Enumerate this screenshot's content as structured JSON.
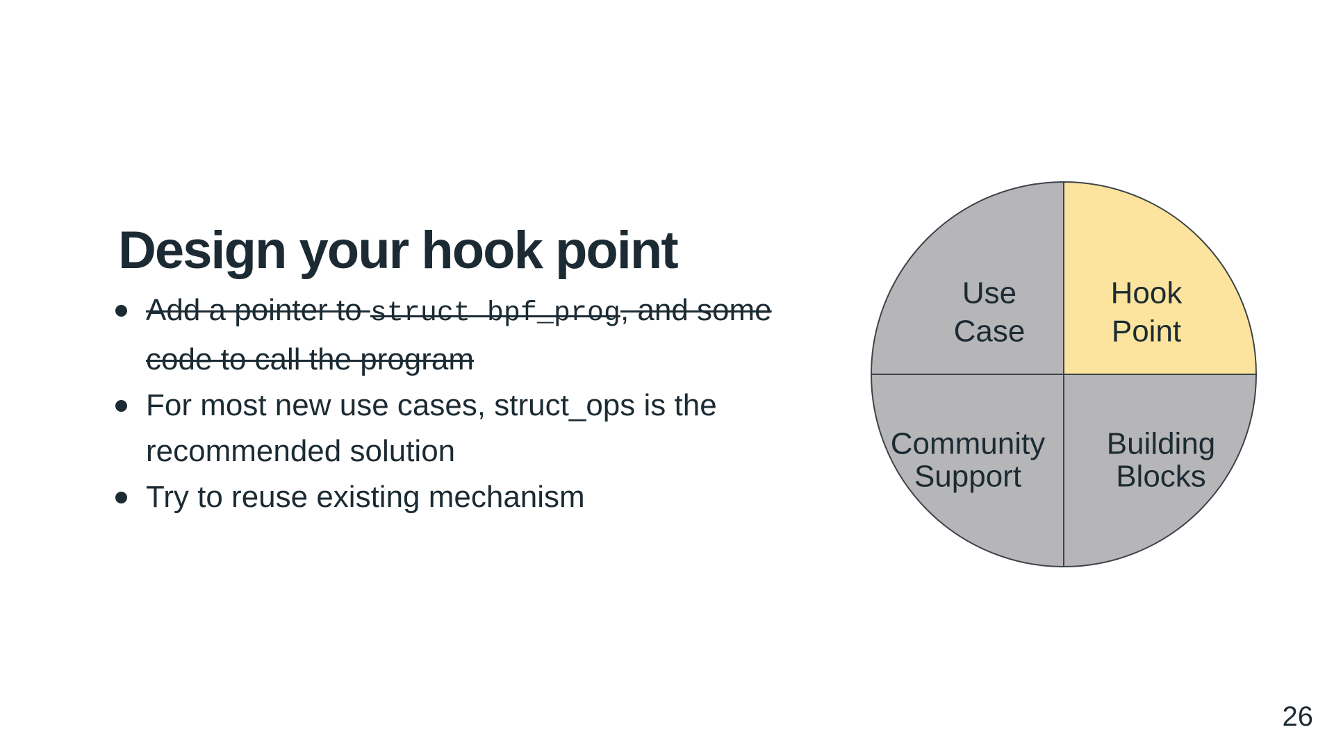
{
  "slide": {
    "title": "Design your hook point",
    "page_number": "26",
    "bullets": [
      {
        "struck_through": true,
        "parts": [
          {
            "text": "Add a pointer to ",
            "format": "strikethrough"
          },
          {
            "text": "struct bpf_prog",
            "format": "strikethrough-code"
          },
          {
            "text": ", and some code to call the program",
            "format": "strikethrough"
          }
        ]
      },
      {
        "text": "For most new use cases, struct_ops is the recommended solution"
      },
      {
        "text": "Try to reuse existing mechanism"
      }
    ]
  },
  "chart_data": {
    "type": "pie",
    "title": "",
    "description": "Quadrant circle diagram with four equal quarters; the Hook Point quadrant is highlighted yellow, the other three are gray",
    "unit": "%",
    "legend_position": "none",
    "outline_color": "#3c434a",
    "slices": [
      {
        "label": "Use Case",
        "label_lines": [
          "Use",
          "Case"
        ],
        "value": 25,
        "position": "top-left",
        "color": "#b6b5b7",
        "highlighted": false
      },
      {
        "label": "Hook Point",
        "label_lines": [
          "Hook",
          "Point"
        ],
        "value": 25,
        "position": "top-right",
        "color": "#fce49e",
        "highlighted": true
      },
      {
        "label": "Building Blocks",
        "label_lines": [
          "Building",
          "Blocks"
        ],
        "value": 25,
        "position": "bottom-right",
        "color": "#b6b5b7",
        "highlighted": false
      },
      {
        "label": "Community Support",
        "label_lines": [
          "Community",
          "Support"
        ],
        "value": 25,
        "position": "bottom-left",
        "color": "#b6b5b7",
        "highlighted": false
      }
    ]
  },
  "colors": {
    "background": "#ffffff",
    "text": "#1c2b33",
    "highlight_yellow": "#fce49e",
    "quadrant_gray": "#b6b5b7"
  }
}
